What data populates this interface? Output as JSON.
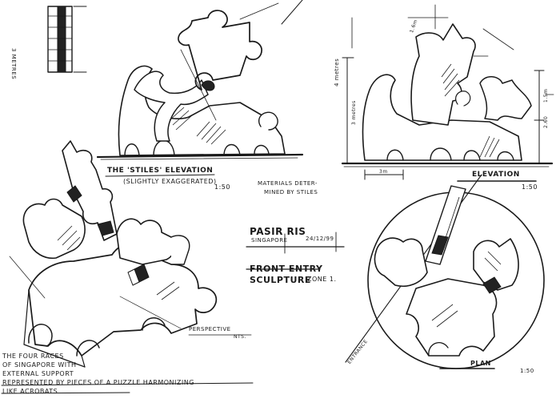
{
  "labels": {
    "stiles_elevation": "THE 'STILES' ELEVATION",
    "slightly_exaggerated": "(SLIGHTLY EXAGGERATED)",
    "scale_stiles": "1:50",
    "materials_note_line1": "MATERIALS DETER-",
    "materials_note_line2": "MINED BY STILES",
    "elevation": "ELEVATION",
    "scale_elevation": "1:50",
    "perspective": "PERSPECTIVE",
    "nts": "NTS.",
    "plan": "PLAN",
    "scale_plan": "1:50",
    "entrance": "ENTRANCE",
    "client_name": "PASIR RIS",
    "client_location": "SINGAPORE",
    "date": "24/12/99",
    "title_line1": "FRONT ENTRY",
    "title_line2": "SCULPTURE",
    "zone": "ZONE 1.",
    "concept_line1": "THE FOUR RACES",
    "concept_line2": "OF SINGAPORE WITH",
    "concept_line3": "EXTERNAL SUPPORT",
    "concept_line4": "REPRESENTED BY PIECES OF A PUZZLE HARMONIZING",
    "concept_line5": "LIKE ACROBATS",
    "dim_height_left": "3 METRES",
    "dim_height_right": "4 metres",
    "dim_a": "3 metres",
    "dim_b": "1.6m",
    "dim_c": "2.60",
    "dim_d": "1.5m",
    "dim_base": "3m"
  },
  "colors": {
    "ink": "#1a1a1a",
    "paper": "#ffffff"
  }
}
